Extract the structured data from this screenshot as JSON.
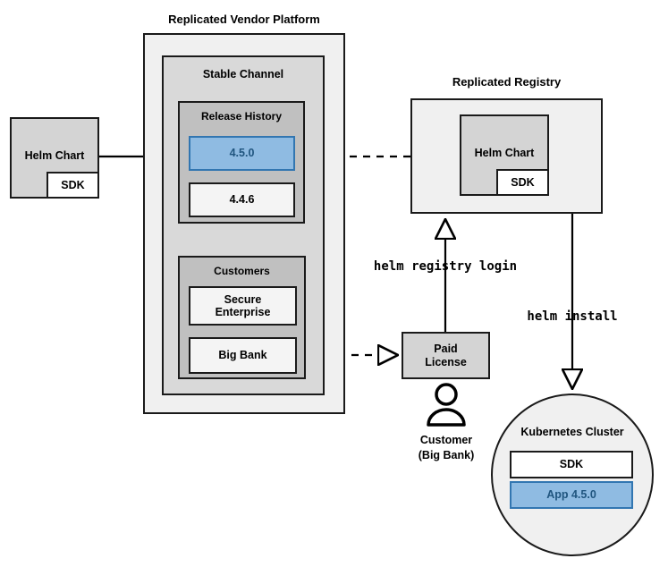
{
  "diagram": {
    "title_vendor_platform": "Replicated Vendor Platform",
    "title_registry": "Replicated Registry",
    "source_chart": {
      "name": "Helm Chart",
      "sdk": "SDK"
    },
    "stable_channel": {
      "label": "Stable Channel",
      "release_history": {
        "label": "Release History",
        "releases": [
          {
            "version": "4.5.0",
            "highlighted": true
          },
          {
            "version": "4.4.6",
            "highlighted": false
          }
        ]
      },
      "customers": {
        "label": "Customers",
        "entries": [
          {
            "name": "Secure\nEnterprise"
          },
          {
            "name": "Big Bank"
          }
        ]
      }
    },
    "registry": {
      "chart_name": "Helm Chart",
      "sdk": "SDK"
    },
    "paid_license": {
      "label": "Paid\nLicense"
    },
    "customer_actor": {
      "label": "Customer\n(Big Bank)",
      "icon": "person-icon"
    },
    "commands": {
      "registry_login": "helm registry login",
      "install": "helm install"
    },
    "cluster": {
      "label": "Kubernetes Cluster",
      "items": [
        {
          "name": "SDK",
          "highlighted": false
        },
        {
          "name": "App 4.5.0",
          "highlighted": true
        }
      ]
    },
    "colors": {
      "highlight_fill": "#8fbbe2",
      "highlight_stroke": "#3276b1",
      "highlight_text": "#20557f",
      "outer_shade": "#f0f0f0",
      "mid_shade": "#d9d9d9",
      "inner_shade": "#c0c0c0",
      "box_grey": "#d4d4d4",
      "box_white": "#f4f4f4",
      "stroke": "#1a1a1a"
    }
  }
}
